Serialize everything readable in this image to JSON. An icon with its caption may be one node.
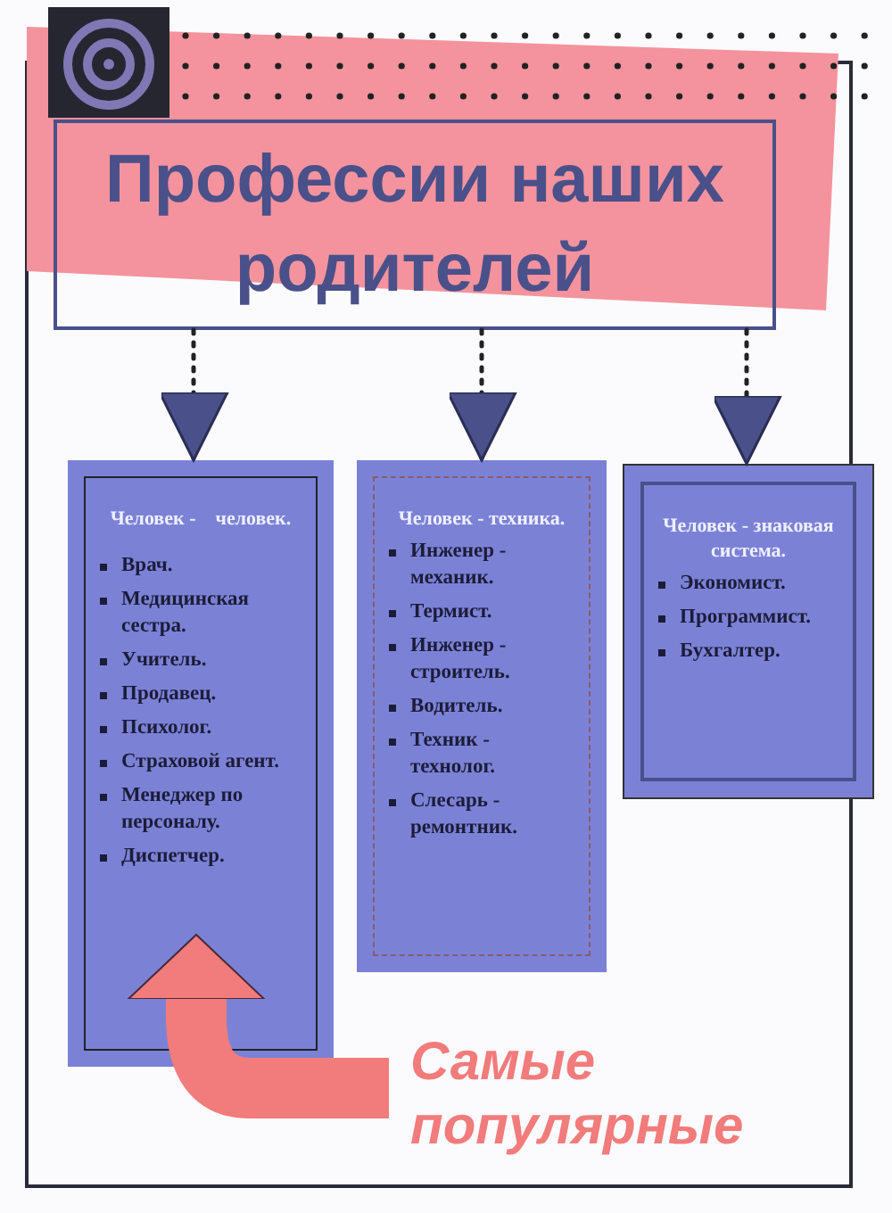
{
  "diagram": {
    "nodes": [
      {
        "text": [
          "Профессии наших родителей"
        ]
      },
      {
        "text": [
          "Человек -    человек.",
          "Врач.",
          "Медицинская сестра.",
          "Учитель.",
          "Продавец.",
          "Психолог.",
          "Страховой агент.",
          "Менеджер по персоналу.",
          "Диспетчер."
        ]
      },
      {
        "text": [
          "Человек - техника.",
          "Инженер - механик.",
          "Термист.",
          "Инженер - строитель.",
          "Водитель.",
          "Техник - технолог.",
          "Слесарь - ремонтник."
        ]
      },
      {
        "text": [
          "Человек - знаковая система.",
          "Экономист.",
          "Программист.",
          "Бухгалтер."
        ]
      },
      {
        "text": [
          "Самые популярные"
        ]
      }
    ],
    "edges": [
      {
        "from": 0,
        "to": 1,
        "arrow": "to",
        "style": "dashed"
      },
      {
        "from": 0,
        "to": 2,
        "arrow": "to",
        "style": "dashed"
      },
      {
        "from": 0,
        "to": 3,
        "arrow": "to",
        "style": "dashed"
      },
      {
        "from": 4,
        "to": 1,
        "arrow": "to",
        "style": "thick",
        "color": "#f27b7b"
      }
    ]
  }
}
